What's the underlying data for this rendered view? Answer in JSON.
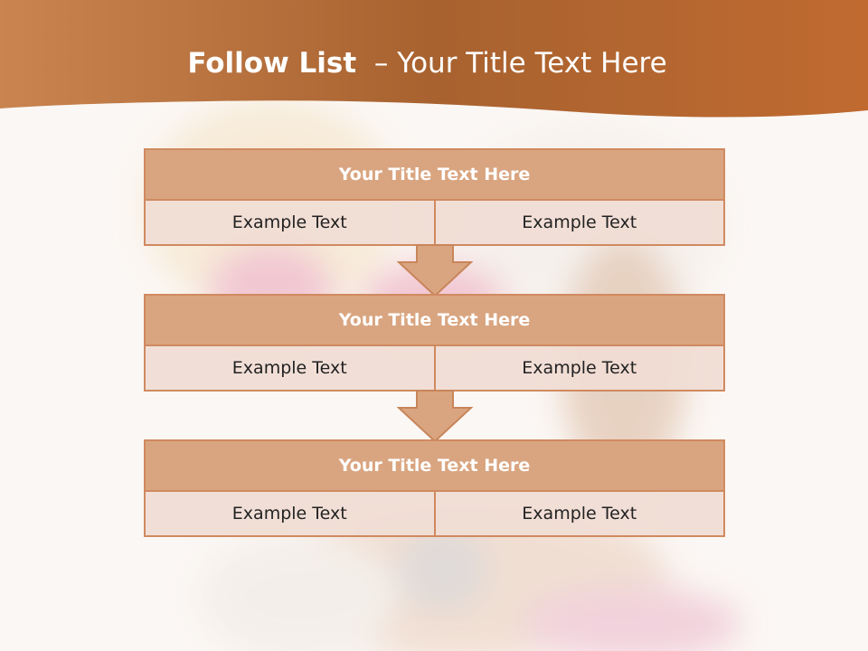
{
  "slide": {
    "title_bold": "Follow List",
    "title_rest": "– Your Title Text Here"
  },
  "colors": {
    "header": "#b56a3a",
    "block_title": "#d9a580",
    "block_border": "#d08a60",
    "cell": "#f0ddd4",
    "background": "#fbf7f4"
  },
  "blocks": [
    {
      "title": "Your Title Text Here",
      "left": "Example Text",
      "right": "Example Text"
    },
    {
      "title": "Your Title Text Here",
      "left": "Example Text",
      "right": "Example Text"
    },
    {
      "title": "Your Title Text Here",
      "left": "Example Text",
      "right": "Example Text"
    }
  ]
}
